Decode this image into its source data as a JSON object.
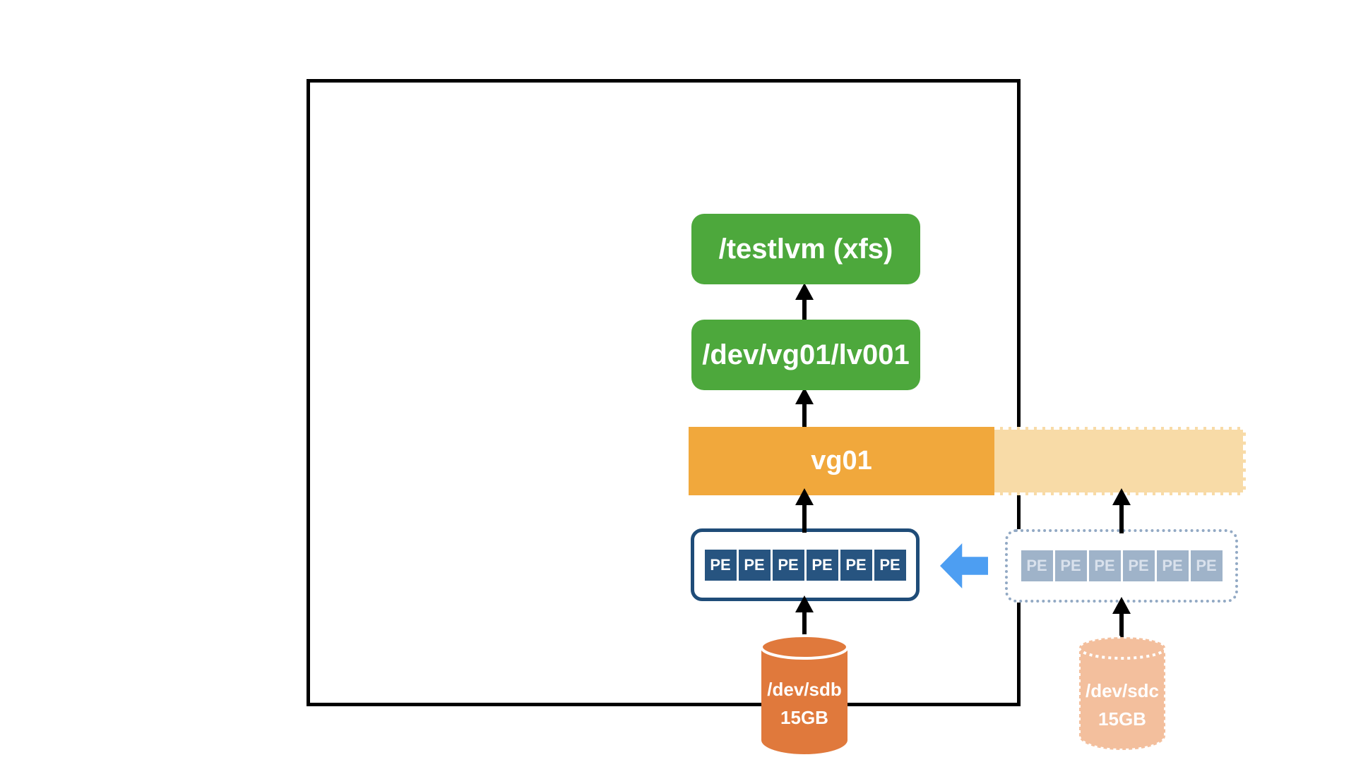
{
  "colors": {
    "green": "#4DA83C",
    "orange": "#F1A83C",
    "orange_light": "#F8DBA7",
    "navy": "#275480",
    "navy_border": "#1F4C78",
    "slate": "#9FB3C9",
    "slate_border": "#92A9C4",
    "slate_text": "#D9E1EC",
    "blue_arrow": "#4D9EF2",
    "disk_orange": "#E0793C",
    "disk_peach": "#F3BF9D",
    "arrow_black": "#000000",
    "frame_border": "#000000"
  },
  "icons": {
    "flow_arrows": "up-arrow",
    "pe_move_arrow": "left-arrow",
    "disk_shapes": "cylinder"
  },
  "diagram": {
    "filesystem_label": "/testlvm (xfs)",
    "logical_volume_label": "/dev/vg01/lv001",
    "volume_group_label": "vg01",
    "pv_existing": {
      "pe_label": "PE",
      "pe_count": 6
    },
    "pv_new": {
      "pe_label": "PE",
      "pe_count": 6
    },
    "disk_existing": {
      "name": "/dev/sdb",
      "size": "15GB"
    },
    "disk_new": {
      "name": "/dev/sdc",
      "size": "15GB"
    }
  }
}
